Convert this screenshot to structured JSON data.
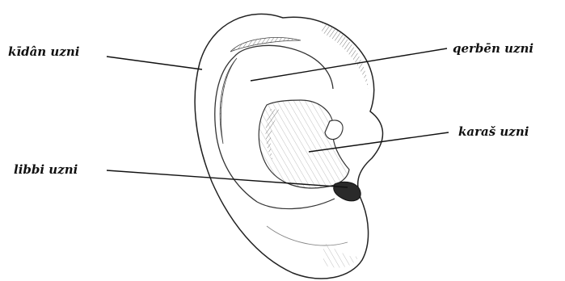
{
  "labels": {
    "kidan": "kīdân uzni",
    "qerben": "qerbēn uzni",
    "karas": "karaš uzni",
    "libbi": "libbi uzni"
  },
  "colors": {
    "ink": "#111111",
    "shade": "#8a8a8a",
    "background": "#ffffff"
  }
}
